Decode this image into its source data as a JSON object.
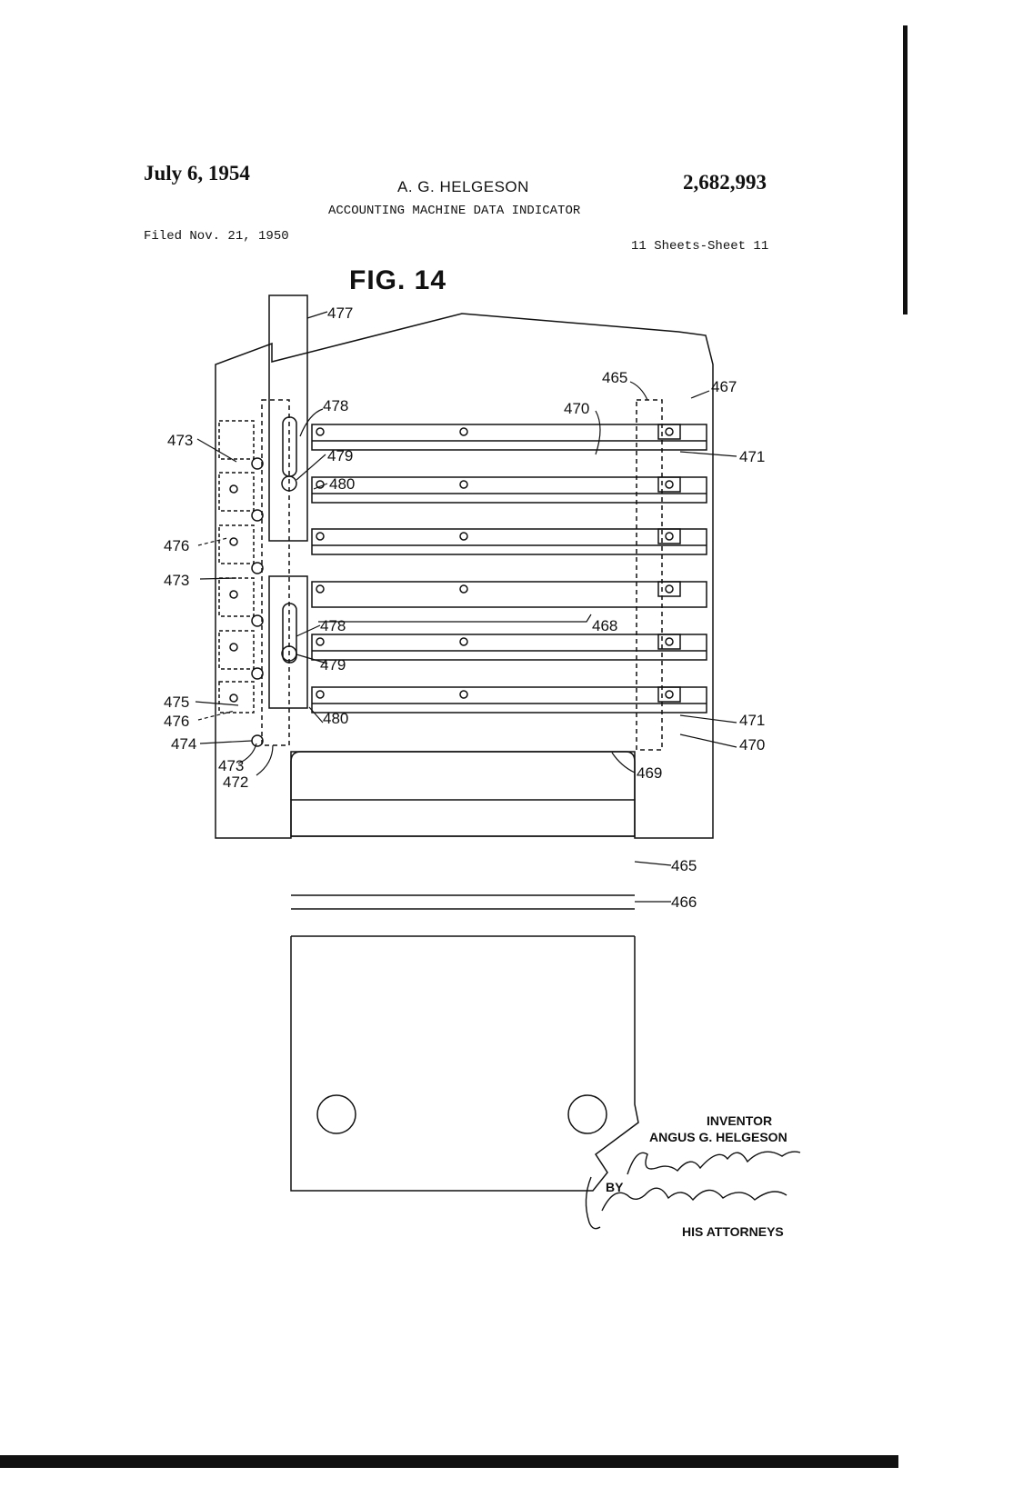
{
  "header": {
    "date": "July 6, 1954",
    "inventor": "A. G. HELGESON",
    "patent_number": "2,682,993",
    "title": "ACCOUNTING MACHINE DATA INDICATOR",
    "filed": "Filed Nov. 21, 1950",
    "sheets": "11 Sheets-Sheet 11"
  },
  "figure": {
    "label": "FIG. 14",
    "reference_numerals": {
      "n477": "477",
      "n465_top": "465",
      "n467": "467",
      "n478_top": "478",
      "n470_top": "470",
      "n473_a": "473",
      "n479_top": "479",
      "n471_top": "471",
      "n480_top": "480",
      "n476_a": "476",
      "n473_b": "473",
      "n478_bottom": "478",
      "n468": "468",
      "n479_bottom": "479",
      "n475": "475",
      "n480_bottom": "480",
      "n471_bottom": "471",
      "n476_b": "476",
      "n474": "474",
      "n470_bottom": "470",
      "n473_c": "473",
      "n469": "469",
      "n472": "472",
      "n465_bottom": "465",
      "n466": "466"
    }
  },
  "signature_block": {
    "inventor_heading": "INVENTOR",
    "inventor_name": "ANGUS G. HELGESON",
    "by": "BY",
    "attorneys": "HIS ATTORNEYS"
  }
}
